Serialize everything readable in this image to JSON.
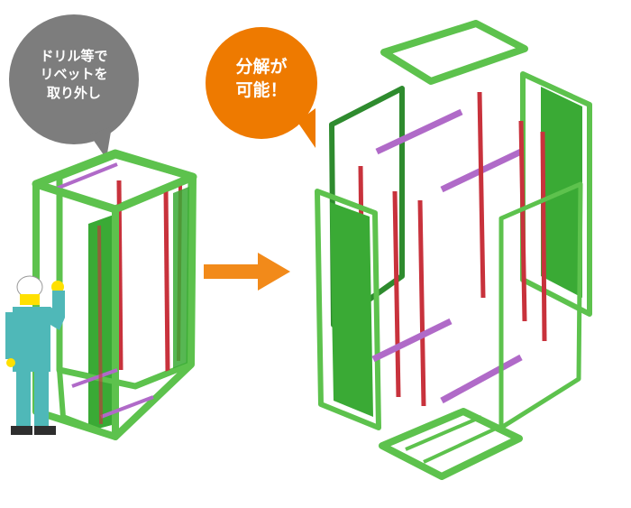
{
  "left_bubble": {
    "lines": [
      "ドリル等で",
      "リベットを",
      "取り外し"
    ],
    "color": "#7d7d7d"
  },
  "right_bubble": {
    "lines": [
      "分解が",
      "可能！"
    ],
    "color": "#ee7a00"
  },
  "colors": {
    "frame_green": "#5dc24d",
    "panel_green": "#3aaa35",
    "frame_edge": "#2e8b2e",
    "rail_red": "#c8323c",
    "rail_purple": "#b06ac8",
    "arrow_orange": "#f28a1a",
    "worker_teal": "#4fb8b8",
    "worker_yellow": "#ffe000"
  },
  "icons": {
    "arrow": "right-arrow-icon",
    "worker": "worker-figure-icon"
  }
}
